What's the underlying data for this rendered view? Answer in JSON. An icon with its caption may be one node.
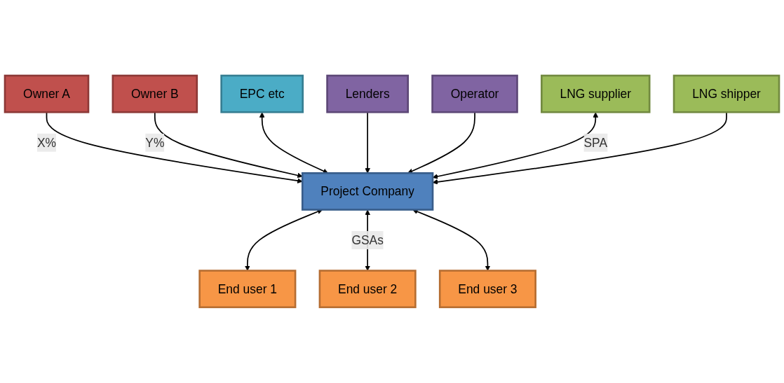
{
  "diagram": {
    "nodes": [
      {
        "text": [
          "Owner A"
        ]
      },
      {
        "text": [
          "Owner B"
        ]
      },
      {
        "text": [
          "End user 1"
        ]
      },
      {
        "text": [
          "EPC etc"
        ]
      },
      {
        "text": [
          "Project Company"
        ]
      },
      {
        "text": [
          "End user 2"
        ]
      },
      {
        "text": [
          "End user 3"
        ]
      },
      {
        "text": [
          "Lenders"
        ]
      },
      {
        "text": [
          "Operator"
        ]
      },
      {
        "text": [
          "LNG supplier"
        ]
      },
      {
        "text": [
          "LNG shipper"
        ]
      }
    ],
    "edges": [
      {
        "from": 0,
        "to": 4,
        "arrow": "to",
        "label": "X%"
      },
      {
        "from": 1,
        "to": 4,
        "arrow": "to",
        "label": "Y%"
      },
      {
        "from": 4,
        "to": 2,
        "arrow": "both"
      },
      {
        "from": 3,
        "to": 4,
        "arrow": "both"
      },
      {
        "from": 4,
        "to": 5,
        "arrow": "both",
        "label": "GSAs"
      },
      {
        "from": 4,
        "to": 6,
        "arrow": "both"
      },
      {
        "from": 7,
        "to": 4,
        "arrow": "to"
      },
      {
        "from": 8,
        "to": 4,
        "arrow": "to"
      },
      {
        "from": 9,
        "to": 4,
        "arrow": "both",
        "label": "SPA"
      },
      {
        "from": 10,
        "to": 4,
        "arrow": "to"
      }
    ]
  }
}
